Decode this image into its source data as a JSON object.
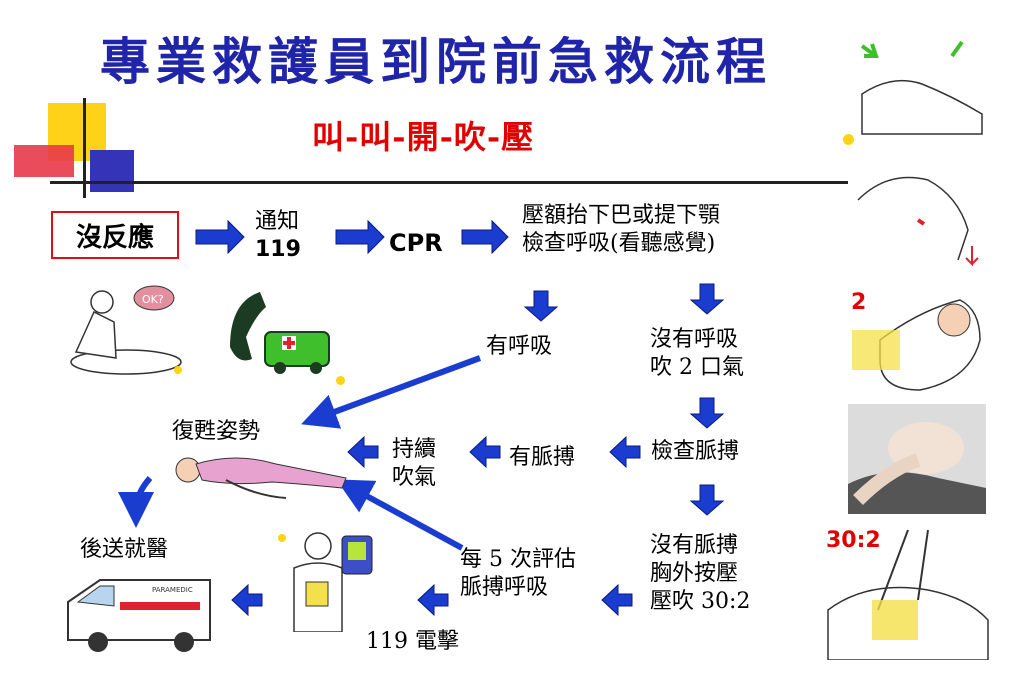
{
  "title": "專業救護員到院前急救流程",
  "subtitle": "叫-叫-開-吹-壓",
  "nodes": {
    "no_response": "沒反應",
    "notify_l1": "通知",
    "notify_l2": "119",
    "cpr": "CPR",
    "check_breath_l1": "壓額抬下巴或提下顎",
    "check_breath_l2": "檢查呼吸(看聽感覺)",
    "has_breath": "有呼吸",
    "no_breath_l1": "沒有呼吸",
    "no_breath_l2": "吹 2 口氣",
    "recovery": "復甦姿勢",
    "check_pulse": "檢查脈搏",
    "has_pulse": "有脈搏",
    "continue_l1": "持續",
    "continue_l2": "吹氣",
    "no_pulse_l1": "沒有脈搏",
    "no_pulse_l2": "胸外按壓",
    "no_pulse_l3": "壓吹 30:2",
    "every5_l1": "每 5 次評估",
    "every5_l2": "脈搏呼吸",
    "transport": "後送就醫",
    "shock": "119 電擊",
    "ok_bubble": "OK?",
    "ambulance_label": "PARAMEDIC"
  },
  "side_labels": {
    "breaths": "2",
    "ratio": "30:2"
  },
  "colors": {
    "title": "#1f24a8",
    "subtitle": "#e00000",
    "arrow": "#1a3ccf",
    "box_border": "#e01010"
  }
}
